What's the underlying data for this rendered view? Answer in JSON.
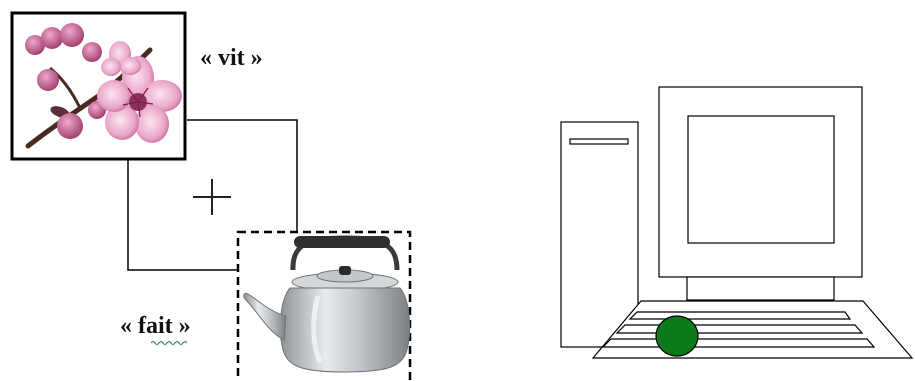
{
  "labels": {
    "vit": "« vit »",
    "fait": "« fait »"
  },
  "symbols": {
    "plus": "+"
  },
  "icons": {
    "flower": "cherry-blossom-image",
    "kettle": "kettle-image",
    "computer": "desktop-computer-icon",
    "mouse": "green-mouse-ball"
  },
  "colors": {
    "line": "#000000",
    "blossom": "#e7a6c8",
    "blossom_dark": "#b5487e",
    "kettle_metal": "#b8bcc0",
    "mouse_green": "#0a7a1a",
    "spellcheck_squiggle": "#2e7d32"
  }
}
